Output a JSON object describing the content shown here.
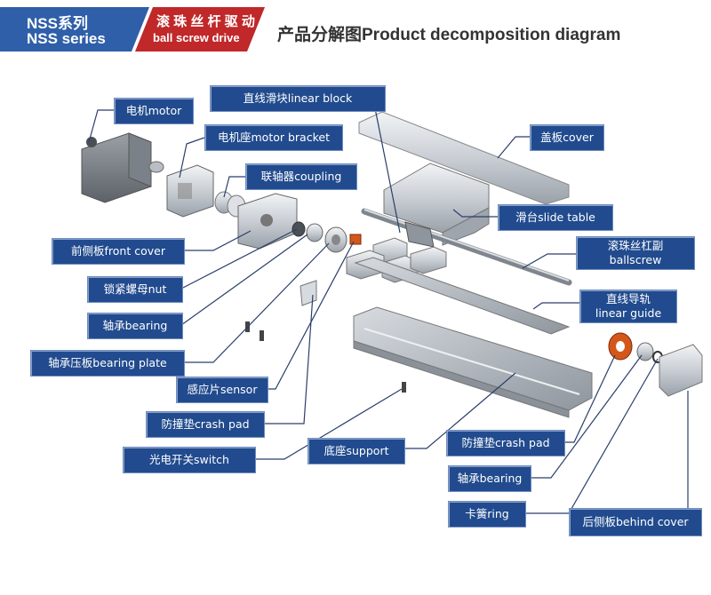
{
  "header": {
    "series_cn": "NSS系列",
    "series_en": "NSS series",
    "drive_cn": "滚 珠 丝 杆 驱 动",
    "drive_en": "ball screw drive",
    "title": "产品分解图Product decomposition diagram"
  },
  "labels": {
    "motor": "电机motor",
    "motor_bracket": "电机座motor bracket",
    "linear_block": "直线滑块linear block",
    "coupling": "联轴器coupling",
    "cover": "盖板cover",
    "slide_table": "滑台slide table",
    "front_cover": "前侧板front cover",
    "ballscrew_cn": "滚珠丝杠副",
    "ballscrew_en": "ballscrew",
    "nut": "锁紧螺母nut",
    "linear_guide_cn": "直线导轨",
    "linear_guide_en": "linear guide",
    "bearing_left": "轴承bearing",
    "bearing_plate": "轴承压板bearing plate",
    "sensor": "感应片sensor",
    "crash_pad_left": "防撞垫crash pad",
    "switch": "光电开关switch",
    "support": "底座support",
    "crash_pad_right": "防撞垫crash pad",
    "bearing_right": "轴承bearing",
    "ring": "卡簧ring",
    "behind_cover": "后侧板behind cover"
  },
  "colors": {
    "label_bg": "#214b8e",
    "banner_blue": "#2f5fa8",
    "banner_red": "#c0282a",
    "leader": "#2b3f6b"
  }
}
